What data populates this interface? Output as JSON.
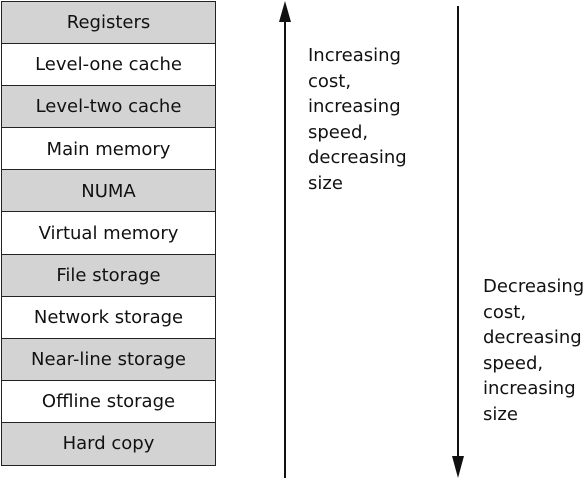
{
  "levels": [
    {
      "label": "Registers",
      "shaded": true
    },
    {
      "label": "Level-one cache",
      "shaded": false
    },
    {
      "label": "Level-two cache",
      "shaded": true
    },
    {
      "label": "Main memory",
      "shaded": false
    },
    {
      "label": "NUMA",
      "shaded": true
    },
    {
      "label": "Virtual memory",
      "shaded": false
    },
    {
      "label": "File storage",
      "shaded": true
    },
    {
      "label": "Network storage",
      "shaded": false
    },
    {
      "label": "Near-line storage",
      "shaded": true
    },
    {
      "label": "Offline storage",
      "shaded": false
    },
    {
      "label": "Hard copy",
      "shaded": true
    }
  ],
  "up_caption": [
    "Increasing",
    "cost,",
    "increasing",
    "speed,",
    "decreasing",
    "size"
  ],
  "down_caption": [
    "Decreasing",
    "cost,",
    "decreasing",
    "speed,",
    "increasing",
    "size"
  ],
  "colors": {
    "shaded": "#d3d3d3",
    "plain": "#ffffff",
    "border": "#222222"
  }
}
